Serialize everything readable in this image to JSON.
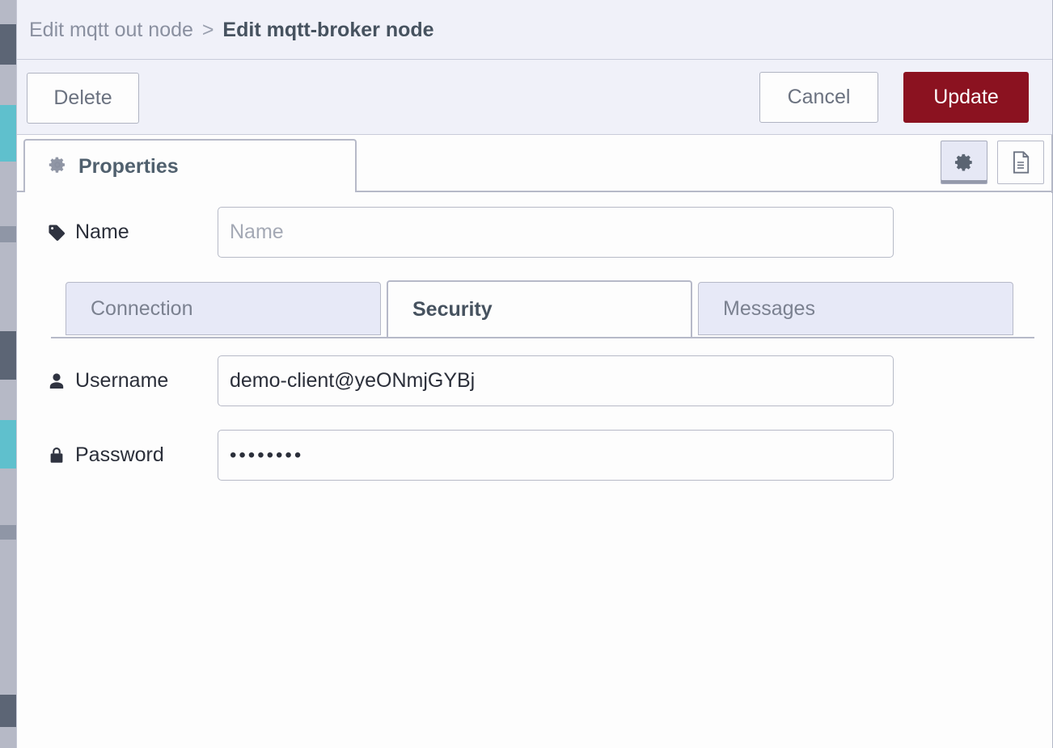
{
  "window": {
    "title": "Edit mqtt-broker node"
  },
  "breadcrumb": {
    "parent": "Edit mqtt out node",
    "separator": ">",
    "current": "Edit mqtt-broker node"
  },
  "toolbar": {
    "delete_label": "Delete",
    "cancel_label": "Cancel",
    "update_label": "Update",
    "update_color": "#8b1220"
  },
  "tabs": {
    "main": {
      "label": "Properties",
      "icon": "gear-icon",
      "active": true
    },
    "icon_buttons": [
      {
        "name": "settings-view-button",
        "icon": "gear-icon",
        "active": true
      },
      {
        "name": "description-view-button",
        "icon": "document-icon",
        "active": false
      }
    ]
  },
  "form": {
    "name": {
      "label": "Name",
      "icon": "tag-icon",
      "value": "",
      "placeholder": "Name"
    },
    "subtabs": [
      {
        "label": "Connection",
        "active": false
      },
      {
        "label": "Security",
        "active": true
      },
      {
        "label": "Messages",
        "active": false
      }
    ],
    "username": {
      "label": "Username",
      "icon": "user-icon",
      "value": "demo-client@yeONmjGYBj",
      "placeholder": ""
    },
    "password": {
      "label": "Password",
      "icon": "lock-icon",
      "value": "••••••••",
      "masked_char_count": 8,
      "placeholder": ""
    }
  }
}
